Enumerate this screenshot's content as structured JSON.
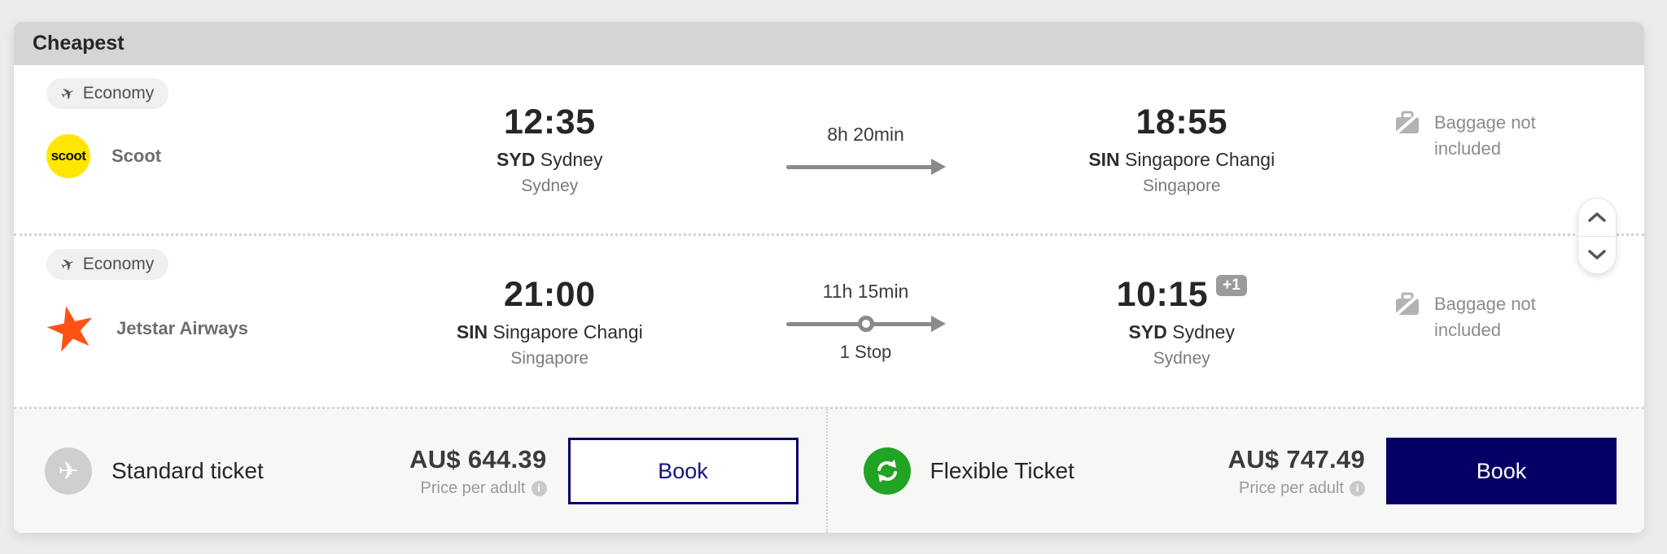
{
  "header": {
    "title": "Cheapest"
  },
  "flights": [
    {
      "cabin_label": "Economy",
      "airline": "Scoot",
      "logo_text": "scoot",
      "departure": {
        "time": "12:35",
        "code": "SYD",
        "airport": "Sydney",
        "city": "Sydney"
      },
      "duration": "8h 20min",
      "stops_label": "",
      "arrival": {
        "time": "18:55",
        "day_offset": "",
        "code": "SIN",
        "airport": "Singapore Changi",
        "city": "Singapore"
      },
      "baggage_note": "Baggage not included"
    },
    {
      "cabin_label": "Economy",
      "airline": "Jetstar Airways",
      "logo_text": "★",
      "departure": {
        "time": "21:00",
        "code": "SIN",
        "airport": "Singapore Changi",
        "city": "Singapore"
      },
      "duration": "11h 15min",
      "stops_label": "1 Stop",
      "arrival": {
        "time": "10:15",
        "day_offset": "+1",
        "code": "SYD",
        "airport": "Sydney",
        "city": "Sydney"
      },
      "baggage_note": "Baggage not included"
    }
  ],
  "tickets": [
    {
      "name": "Standard ticket",
      "price": "AU$ 644.39",
      "price_note": "Price per adult",
      "cta_label": "Book",
      "info_glyph": "i"
    },
    {
      "name": "Flexible Ticket",
      "price": "AU$ 747.49",
      "price_note": "Price per adult",
      "cta_label": "Book",
      "info_glyph": "i"
    }
  ],
  "icons": {
    "cabin": "airplane-icon",
    "baggage": "baggage-not-included-icon",
    "standard_ticket": "plane-circle-icon",
    "flexible_ticket": "refresh-badge-icon",
    "scroll": [
      "chevron-up-icon",
      "chevron-down-icon"
    ],
    "price_info": "info-icon"
  },
  "colors": {
    "accent_navy": "#050065",
    "scoot_yellow": "#ffe600",
    "jetstar_orange": "#ff5315",
    "flexible_green": "#21a324",
    "header_bg": "#d6d4d4",
    "section_bg": "#f7f7f6",
    "page_bg": "#ececec"
  }
}
